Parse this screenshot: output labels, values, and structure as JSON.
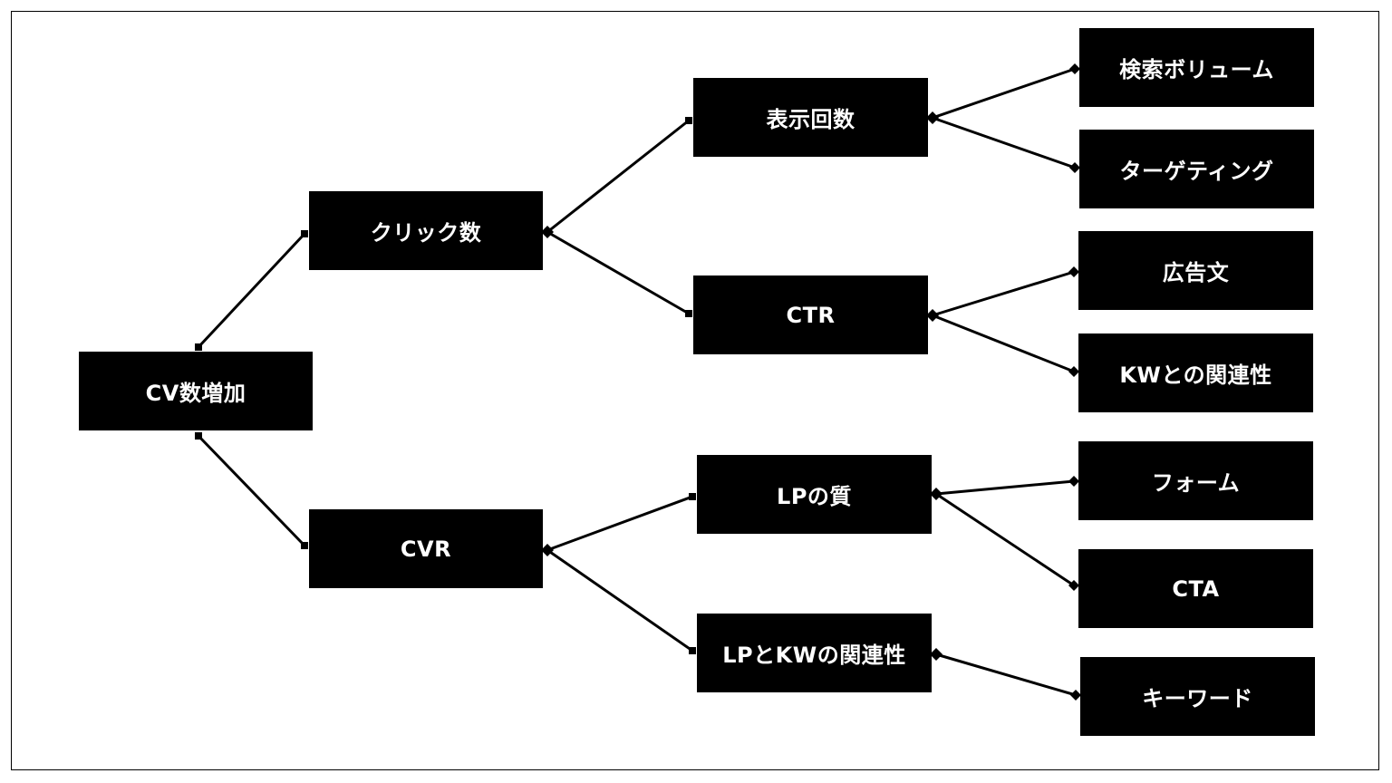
{
  "nodes": {
    "root": "CV数増加",
    "clicks": "クリック数",
    "cvr": "CVR",
    "impressions": "表示回数",
    "ctr": "CTR",
    "lp_quality": "LPの質",
    "lp_kw_relevance": "LPとKWの関連性",
    "search_volume": "検索ボリューム",
    "targeting": "ターゲティング",
    "ad_copy": "広告文",
    "kw_relevance": "KWとの関連性",
    "form": "フォーム",
    "cta": "CTA",
    "keyword": "キーワード"
  },
  "colors": {
    "node_fill": "#000000",
    "node_text": "#ffffff",
    "connector": "#000000",
    "background": "#ffffff"
  }
}
